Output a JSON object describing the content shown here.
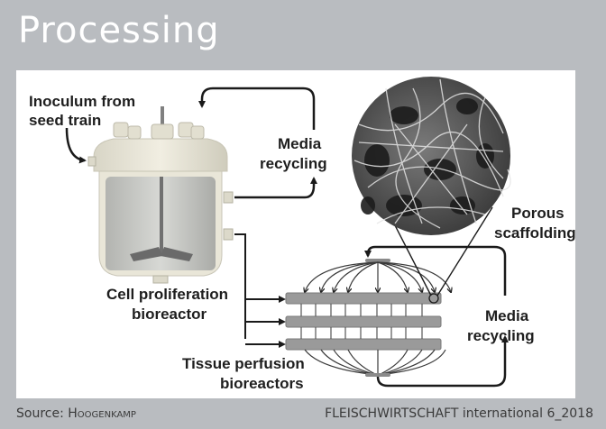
{
  "header": {
    "title": "Processing"
  },
  "diagram": {
    "labels": {
      "inoculum_line1": "Inoculum from",
      "inoculum_line2": "seed train",
      "media_recycling_top_line1": "Media",
      "media_recycling_top_line2": "recycling",
      "porous_line1": "Porous",
      "porous_line2": "scaffolding",
      "cell_prolif_line1": "Cell proliferation",
      "cell_prolif_line2": "bioreactor",
      "tissue_line1": "Tissue perfusion",
      "tissue_line2": "bioreactors",
      "media_recycling_bottom_line1": "Media",
      "media_recycling_bottom_line2": "recycling"
    },
    "components": {
      "proliferation_bioreactor": "stirred tank bioreactor illustration",
      "perfusion_layers": 3,
      "scaffold_micrograph": "porous scaffold micrograph"
    },
    "colors": {
      "line": "#1a1a1a",
      "layer": "#9a9a9a",
      "tank_lid": "#e8e5d6",
      "tank_body": "#c4c6c4"
    }
  },
  "footer": {
    "source_prefix": "Source: ",
    "source_name": "Hoogenkamp",
    "publication": "FLEISCHWIRTSCHAFT international 6_2018"
  }
}
